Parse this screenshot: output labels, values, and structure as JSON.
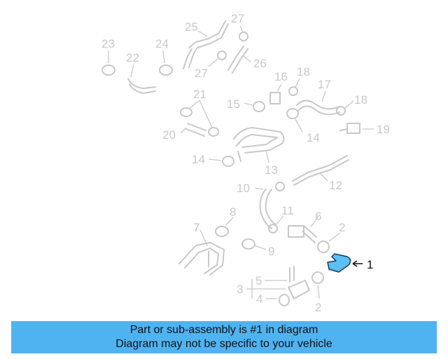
{
  "diagram": {
    "callouts": [
      {
        "id": "c27a",
        "text": "27"
      },
      {
        "id": "c25",
        "text": "25"
      },
      {
        "id": "c23",
        "text": "23"
      },
      {
        "id": "c24",
        "text": "24"
      },
      {
        "id": "c22",
        "text": "22"
      },
      {
        "id": "c27b",
        "text": "27"
      },
      {
        "id": "c26",
        "text": "26"
      },
      {
        "id": "c16",
        "text": "16"
      },
      {
        "id": "c18a",
        "text": "18"
      },
      {
        "id": "c17",
        "text": "17"
      },
      {
        "id": "c21",
        "text": "21"
      },
      {
        "id": "c15",
        "text": "15"
      },
      {
        "id": "c18b",
        "text": "18"
      },
      {
        "id": "c20",
        "text": "20"
      },
      {
        "id": "c19",
        "text": "19"
      },
      {
        "id": "c14a",
        "text": "14"
      },
      {
        "id": "c14b",
        "text": "14"
      },
      {
        "id": "c13",
        "text": "13"
      },
      {
        "id": "c12",
        "text": "12"
      },
      {
        "id": "c10",
        "text": "10"
      },
      {
        "id": "c11",
        "text": "11"
      },
      {
        "id": "c8",
        "text": "8"
      },
      {
        "id": "c6",
        "text": "6"
      },
      {
        "id": "c2a",
        "text": "2"
      },
      {
        "id": "c7",
        "text": "7"
      },
      {
        "id": "c9",
        "text": "9"
      },
      {
        "id": "c1",
        "text": "1"
      },
      {
        "id": "c5",
        "text": "5"
      },
      {
        "id": "c3",
        "text": "3"
      },
      {
        "id": "c4",
        "text": "4"
      },
      {
        "id": "c2b",
        "text": "2"
      }
    ],
    "highlight_color": "#5bc0f5",
    "line_color": "#c8c8c8"
  },
  "banner": {
    "line1": "Part or sub-assembly is #1 in diagram",
    "line2": "Diagram may not be specific to your vehicle",
    "background": "#4fb3f0"
  }
}
